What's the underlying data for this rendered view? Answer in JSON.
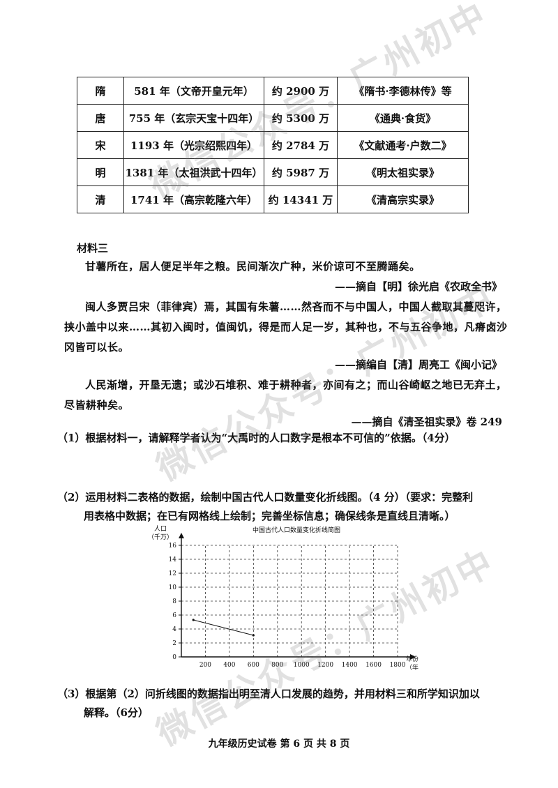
{
  "table": {
    "rows": [
      [
        "隋",
        "581 年（文帝开皇元年）",
        "约 2900 万",
        "《隋书·李德林传》等"
      ],
      [
        "唐",
        "755 年（玄宗天宝十四年）",
        "约 5300 万",
        "《通典·食货》"
      ],
      [
        "宋",
        "1193 年（光宗绍熙四年）",
        "约 2784 万",
        "《文献通考·户数二》"
      ],
      [
        "明",
        "1381 年（太祖洪武十四年）",
        "约 5987 万",
        "《明太祖实录》"
      ],
      [
        "清",
        "1741 年（高宗乾隆六年）",
        "约 14341 万",
        "《清高宗实录》"
      ]
    ]
  },
  "material3": {
    "title": "材料三",
    "p1": "甘薯所在，居人便足半年之粮。民间渐次广种，米价谅可不至腾踊矣。",
    "s1": "——摘自【明】徐光启《农政全书》",
    "p2": "闽人多贾吕宋（菲律宾）焉，其国有朱薯……然吝而不与中国人，中国人截取其蔓咫许，挟小盖中以来……其初入闽时，值闽饥，得是而人足一岁，其种也，不与五谷争地，凡瘠卤沙冈皆可以长。",
    "s2": "——摘编自【清】周亮工《闽小记》",
    "p3": "人民渐增，开垦无遗；或沙石堆积、难于耕种者，亦间有之；而山谷崎岖之地已无弃土，尽皆耕种矣。",
    "s3": "——摘自《清圣祖实录》卷 249"
  },
  "questions": {
    "q1": "（1）根据材料一，请解释学者认为“大禹时的人口数字是根本不可信的”依据。（4分）",
    "q2_line1": "（2）运用材料二表格的数据，绘制中国古代人口数量变化折线图。（4 分）（要求：完整利",
    "q2_line2": "用表格中数据；在已有网格线上绘制；完善坐标信息；确保线条是直线且清晰。）",
    "q3_line1": "（3）根据第（2）问折线图的数据指出明至清人口发展的趋势，并用材料三和所学知识加以",
    "q3_line2": "解释。（6分）"
  },
  "chart_data": {
    "type": "line",
    "title": "中国古代人口数量变化折线简图",
    "ylabel_line1": "人口",
    "ylabel_line2": "（千万）",
    "xlabel_line1": "年份",
    "xlabel_line2": "（年）",
    "x_ticks": [
      200,
      400,
      600,
      800,
      1000,
      1200,
      1400,
      1600,
      1800
    ],
    "y_ticks": [
      0,
      2,
      4,
      6,
      8,
      10,
      12,
      14,
      16
    ],
    "xlim": [
      0,
      1800
    ],
    "ylim": [
      0,
      16
    ],
    "grid": true,
    "series": [
      {
        "x": [
          100,
          600
        ],
        "y": [
          5.3,
          3.1
        ]
      }
    ]
  },
  "footer": "九年级历史试卷  第 6 页  共 8 页",
  "watermark": "微信公众号：广州初中"
}
